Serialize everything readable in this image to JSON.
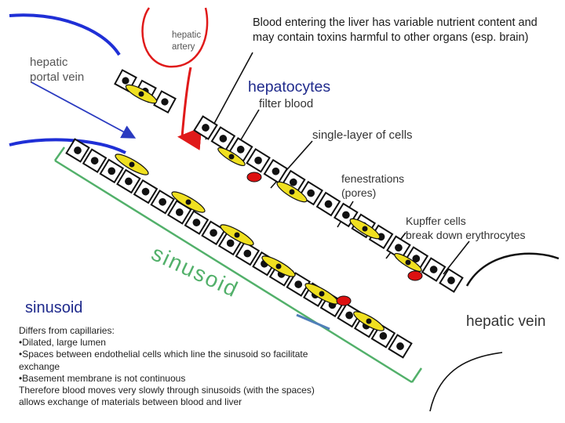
{
  "labels": {
    "blood_entering": [
      "Blood entering the liver has variable nutrient content and",
      "may contain toxins harmful to other organs (esp. brain)"
    ],
    "hepatic_artery": [
      "hepatic",
      "artery"
    ],
    "hepatic_portal_vein": [
      "hepatic",
      "portal vein"
    ],
    "hepatocytes": "hepatocytes",
    "filter_blood": "filter blood",
    "single_layer": "single-layer of cells",
    "fenestrations": [
      "fenestrations",
      "(pores)"
    ],
    "kupffer": [
      "Kupffer cells",
      "break down erythrocytes"
    ],
    "sinusoid_diagonal": "sinusoid",
    "hepatic_vein": "hepatic vein",
    "sinusoid_heading": "sinusoid"
  },
  "description": {
    "lines": [
      "Differs from capillaries:",
      "•Dilated, large lumen",
      "•Spaces between endothelial cells which line the sinusoid so facilitate exchange",
      "•Basement membrane is not continuous",
      "Therefore blood moves very slowly through sinusoids (with the spaces) allows exchange of materials between blood and liver"
    ]
  },
  "colors": {
    "vessel_blue": "#1f2fd6",
    "artery_red": "#e01a1a",
    "sinusoid_green": "#52b06a",
    "endothelial_yellow": "#f0e020",
    "erythrocyte_red": "#dd1111",
    "cell_outline": "#111111",
    "flow_arrow": "#2a3ac0",
    "outflow_arrow": "#4f7fb8"
  },
  "icons": [
    "hepatocyte-cell-icon",
    "endothelial-cell-icon",
    "kupffer-cell-icon",
    "flow-arrow-icon"
  ]
}
